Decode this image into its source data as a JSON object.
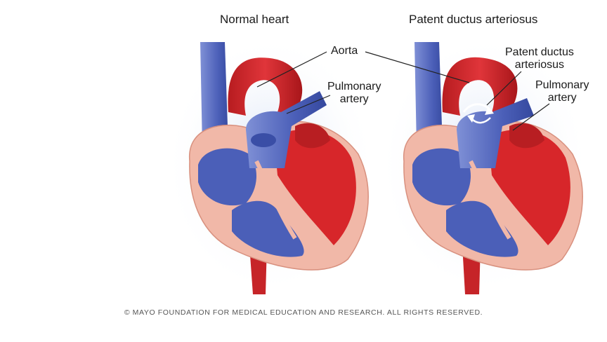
{
  "panels": {
    "normal": {
      "title": "Normal heart",
      "labels": {
        "aorta": "Aorta",
        "pulmonary": "Pulmonary\nartery"
      }
    },
    "pda": {
      "title": "Patent ductus arteriosus",
      "labels": {
        "ductus": "Patent ductus\narteriosus",
        "pulmonary": "Pulmonary\nartery"
      }
    }
  },
  "copyright": "© MAYO FOUNDATION FOR MEDICAL EDUCATION AND RESEARCH. ALL RIGHTS RESERVED.",
  "colors": {
    "oxygenated_red": "#d7262a",
    "deoxygenated_blue": "#4b5fb8",
    "muscle_pink": "#f1b8a8",
    "glow_blue": "#cfdcf3"
  }
}
